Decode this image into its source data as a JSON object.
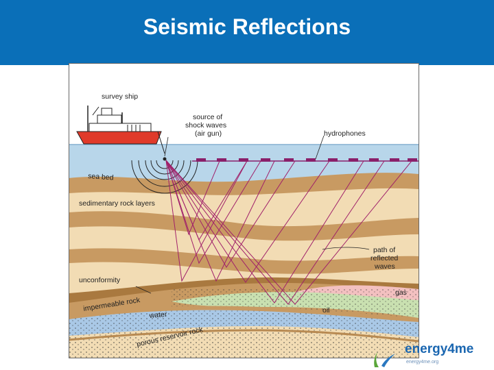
{
  "slide": {
    "title": "Seismic Reflections",
    "header_color": "#0a6fb8"
  },
  "diagram": {
    "labels": {
      "survey_ship": "survey ship",
      "source_line1": "source of",
      "source_line2": "shock waves",
      "source_line3": "(air gun)",
      "hydrophones": "hydrophones",
      "sea_bed": "sea bed",
      "sedimentary": "sedimentary rock layers",
      "path_line1": "path of",
      "path_line2": "reflected",
      "path_line3": "waves",
      "unconformity": "unconformity",
      "gas": "gas",
      "impermeable": "impermeable rock",
      "oil": "oil",
      "water": "water",
      "porous": "porous reservoir rock"
    },
    "colors": {
      "sea": "#b8d6ea",
      "sky": "#ffffff",
      "rock_dark": "#c89a62",
      "rock_light": "#f2dcb4",
      "wave_path": "#a0206a",
      "hydrophone": "#8a1f6a",
      "gas": "#f3c0c0",
      "oil": "#c9e0b0",
      "water": "#a9c8e6",
      "ship_hull": "#e03a2a"
    }
  },
  "logo": {
    "name": "energy4me",
    "url": "energy4me.org"
  }
}
